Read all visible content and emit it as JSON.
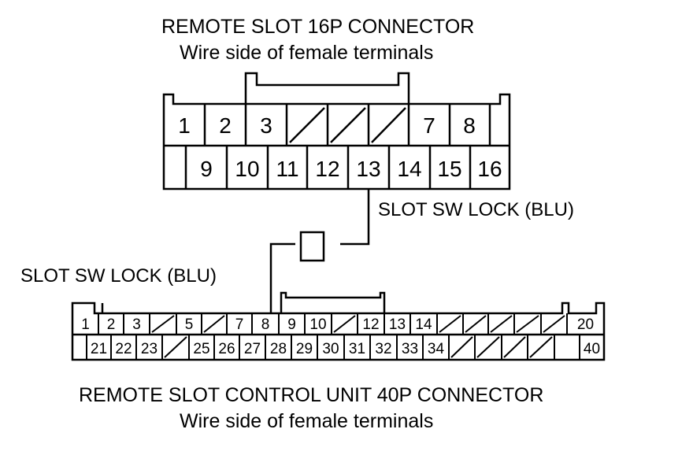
{
  "connector16": {
    "title": "REMOTE SLOT 16P CONNECTOR",
    "subtitle": "Wire side of female terminals",
    "row1": [
      "1",
      "2",
      "3",
      "",
      "",
      "",
      "7",
      "8",
      ""
    ],
    "row2": [
      "",
      "9",
      "10",
      "11",
      "12",
      "13",
      "14",
      "15",
      "16"
    ]
  },
  "connector40": {
    "title": "REMOTE SLOT CONTROL UNIT 40P CONNECTOR",
    "subtitle": "Wire side of female terminals",
    "row1": [
      "1",
      "2",
      "3",
      "",
      "5",
      "",
      "7",
      "8",
      "9",
      "10",
      "",
      "12",
      "13",
      "14",
      "",
      "",
      "",
      "",
      "",
      "20"
    ],
    "row2": [
      "",
      "21",
      "22",
      "23",
      "",
      "25",
      "26",
      "27",
      "28",
      "29",
      "30",
      "31",
      "32",
      "33",
      "34",
      "",
      "",
      "",
      "",
      "40"
    ]
  },
  "wire": {
    "label_upper": "SLOT SW LOCK (BLU)",
    "label_lower": "SLOT SW LOCK (BLU)"
  }
}
